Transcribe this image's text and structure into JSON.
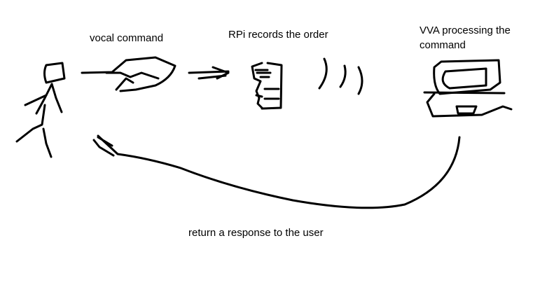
{
  "labels": {
    "vocal_command": "vocal command",
    "rpi_records": "RPi  records the order",
    "vva_processing": "VVA processing the command",
    "return_response": "return a response to the user"
  },
  "icons": {
    "user": "stick-figure-icon",
    "voice": "speech-wave-icon",
    "arrow": "arrow-right-icon",
    "rpi": "raspberry-pi-device-icon",
    "signal": "wireless-signal-icon",
    "laptop": "laptop-icon",
    "return": "return-arrow-icon"
  },
  "colors": {
    "ink": "#000000",
    "background": "#ffffff"
  }
}
